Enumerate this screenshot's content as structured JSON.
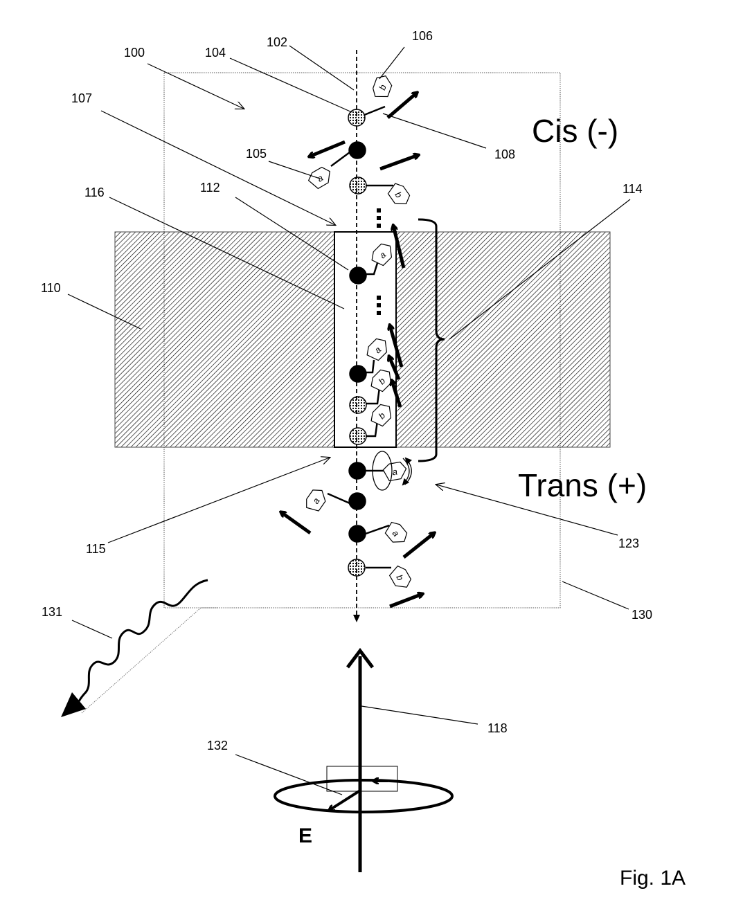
{
  "figure_label": "Fig. 1A",
  "regions": {
    "cis": "Cis (-)",
    "trans": "Trans (+)"
  },
  "field_label": "E",
  "subunit_labels": {
    "a": "a",
    "b": "b"
  },
  "references": {
    "r100": "100",
    "r102": "102",
    "r104": "104",
    "r105": "105",
    "r106": "106",
    "r107": "107",
    "r108": "108",
    "r110": "110",
    "r112": "112",
    "r114": "114",
    "r115": "115",
    "r116": "116",
    "r118": "118",
    "r123": "123",
    "r130": "130",
    "r131": "131",
    "r132": "132"
  },
  "colors": {
    "ink": "#000000",
    "membrane_hatch": "#000000",
    "background": "#ffffff"
  }
}
